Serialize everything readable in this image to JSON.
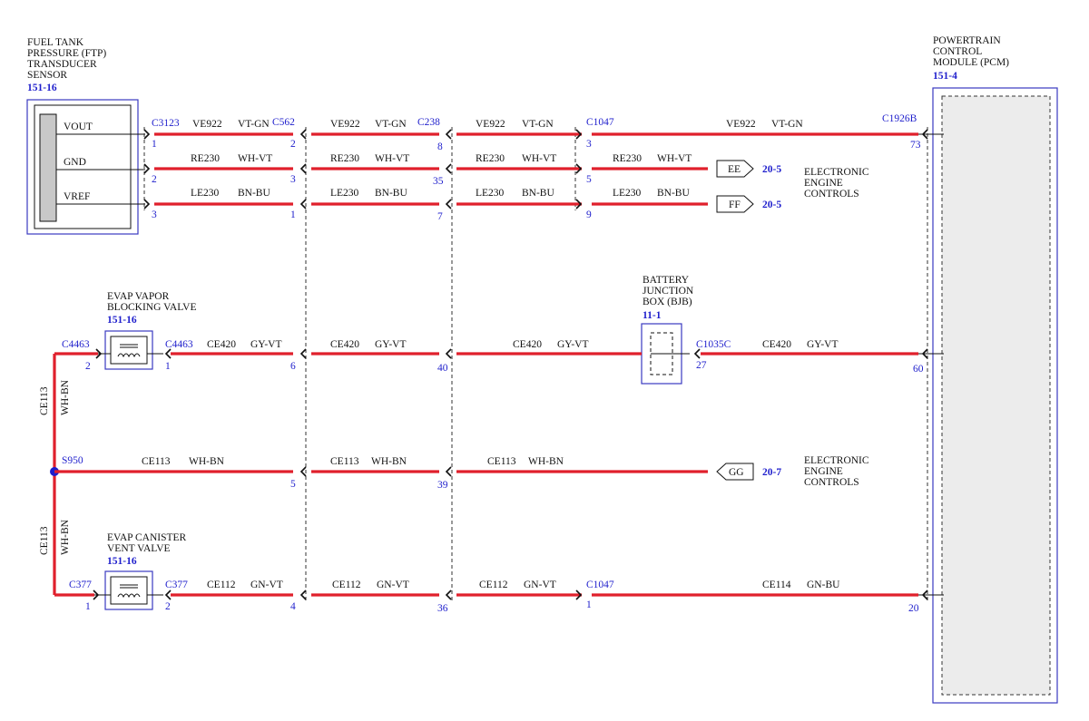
{
  "colors": {
    "wire": "#e0202c",
    "ref": "#1e1ecc",
    "ink": "#111111",
    "module_fill": "#ececec"
  },
  "components": {
    "ftp_sensor": {
      "name_lines": [
        "FUEL TANK",
        "PRESSURE (FTP)",
        "TRANSDUCER",
        "SENSOR"
      ],
      "ref": "151-16",
      "pins": [
        "VOUT",
        "GND",
        "VREF"
      ]
    },
    "pcm": {
      "name_lines": [
        "POWERTRAIN",
        "CONTROL",
        "MODULE (PCM)"
      ],
      "ref": "151-4"
    },
    "bjb": {
      "name_lines": [
        "BATTERY",
        "JUNCTION",
        "BOX (BJB)"
      ],
      "ref": "11-1"
    },
    "evap_block": {
      "name_lines": [
        "EVAP VAPOR",
        "BLOCKING VALVE"
      ],
      "ref": "151-16"
    },
    "evap_vent": {
      "name_lines": [
        "EVAP CANISTER",
        "VENT VALVE"
      ],
      "ref": "151-16"
    },
    "eec_top": {
      "name_lines": [
        "ELECTRONIC",
        "ENGINE",
        "CONTROLS"
      ]
    },
    "eec_mid": {
      "name_lines": [
        "ELECTRONIC",
        "ENGINE",
        "CONTROLS"
      ]
    }
  },
  "connectors": [
    "C3123",
    "C562",
    "C238",
    "C1047",
    "C1926B",
    "C4463",
    "C4463",
    "C1035C",
    "S950",
    "C377",
    "C377",
    "C1047"
  ],
  "offpage": [
    {
      "tag": "EE",
      "ref": "20-5"
    },
    {
      "tag": "FF",
      "ref": "20-5"
    },
    {
      "tag": "GG",
      "ref": "20-7"
    }
  ],
  "wires": {
    "w1": [
      "VE922",
      "VT-GN"
    ],
    "w2": [
      "RE230",
      "WH-VT"
    ],
    "w3": [
      "LE230",
      "BN-BU"
    ],
    "w4": [
      "CE420",
      "GY-VT"
    ],
    "w5": [
      "CE113",
      "WH-BN"
    ],
    "w6a": [
      "CE112",
      "GN-VT"
    ],
    "w6b": [
      "CE114",
      "GN-BU"
    ],
    "vert": [
      "CE113",
      "WH-BN"
    ]
  },
  "pins": {
    "r1": [
      "1",
      "2",
      "8",
      "3",
      "73"
    ],
    "r2": [
      "2",
      "3",
      "35",
      "5"
    ],
    "r3": [
      "3",
      "1",
      "7",
      "9"
    ],
    "r4": [
      "2",
      "1",
      "6",
      "40",
      "27",
      "60"
    ],
    "r5": [
      "5",
      "39"
    ],
    "r6": [
      "1",
      "2",
      "4",
      "36",
      "1",
      "20"
    ]
  }
}
